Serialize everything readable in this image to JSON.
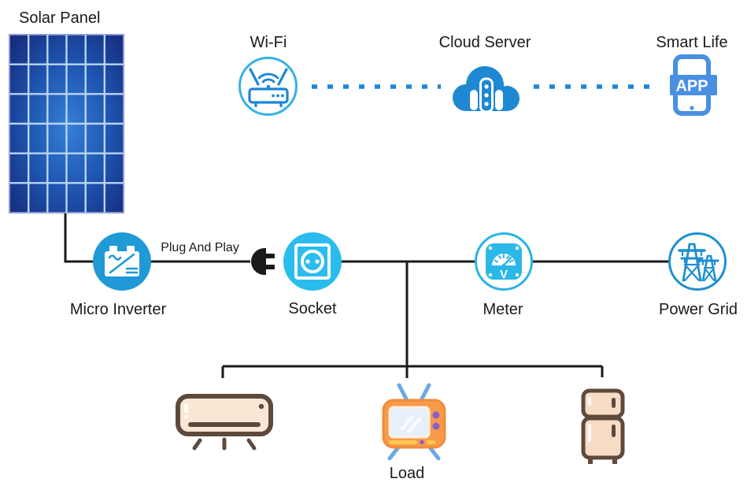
{
  "diagram": {
    "nodes": {
      "solar_panel": {
        "label": "Solar Panel"
      },
      "wifi": {
        "label": "Wi-Fi"
      },
      "cloud_server": {
        "label": "Cloud Server"
      },
      "smart_life": {
        "label": "Smart Life",
        "app_badge": "APP"
      },
      "micro_inverter": {
        "label": "Micro Inverter"
      },
      "connection": {
        "label": "Plug And Play"
      },
      "socket": {
        "label": "Socket"
      },
      "meter": {
        "label": "Meter",
        "unit": "V"
      },
      "power_grid": {
        "label": "Power Grid"
      },
      "load": {
        "label": "Load",
        "devices": [
          "air-conditioner",
          "tv",
          "refrigerator"
        ]
      }
    },
    "colors": {
      "wire": "#1a1a1a",
      "dotted_link": "#1C86D8",
      "inverter_blue": "#1F9AD6",
      "socket_cyan": "#2ABCEC",
      "meter_ring": "#2BB3E5",
      "grid_ring": "#1E8FD4",
      "wifi_ring": "#35B2E5",
      "cloud_blue": "#1E88D2",
      "app_blue": "#4A90E2",
      "panel_navy": "#131F6E",
      "panel_blue": "#3580D6",
      "appliance_brown": "#5D4A3C",
      "appliance_peach": "#FBE6D4",
      "tv_orange": "#F79B4B",
      "knob_purple": "#8E5BC7",
      "stripe_yellow": "#FFC94D",
      "antenna_blue": "#6AA9E8"
    }
  }
}
